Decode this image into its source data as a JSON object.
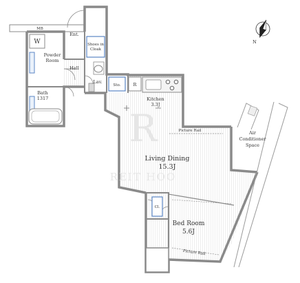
{
  "rooms": {
    "mb": "MB",
    "ent": "Ent.",
    "w": "W",
    "powder_room_1": "Powder",
    "powder_room_2": "Room",
    "hall": "Hall",
    "shoes_1": "Shoes in",
    "shoes_2": "Cloak",
    "lav": "Lav.",
    "sto": "Sto.",
    "r": "R",
    "bath": "Bath",
    "bath_size": "1317",
    "kitchen": "Kitchen",
    "kitchen_size": "3.3J",
    "picture_rail_1": "Picture Rail",
    "air_1": "Air",
    "air_2": "Conditioner",
    "air_3": "Space",
    "living": "Living Dining",
    "living_size": "15.3J",
    "cl": "Cl.",
    "bedroom": "Bed Room",
    "bedroom_size": "5.6J",
    "picture_rail_2": "Picture Rail"
  },
  "compass": {
    "label": "N"
  },
  "watermark": {
    "text": "REIT HOO"
  },
  "colors": {
    "wall": "#8a8a8a",
    "wall_fill": "#d9d9d9",
    "fixture": "#5b86c4",
    "floor": "#ededed"
  }
}
